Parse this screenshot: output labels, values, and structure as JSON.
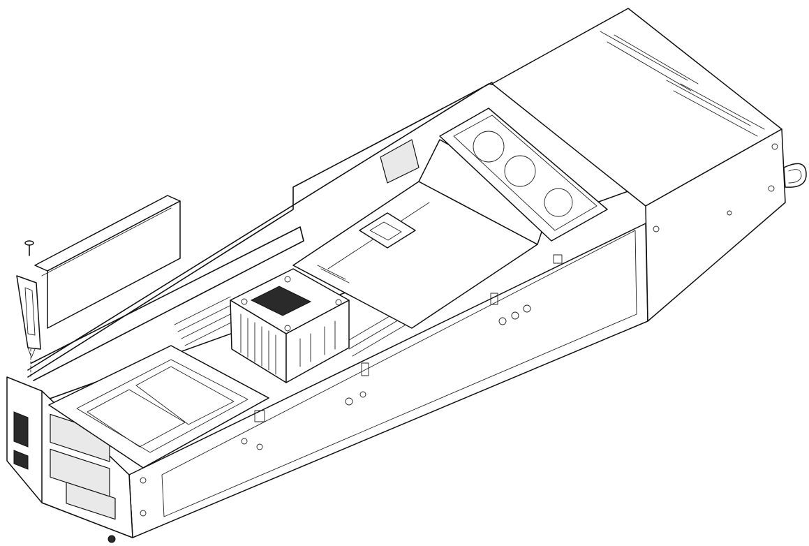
{
  "diagram": {
    "colors": {
      "line": "#111111",
      "background": "#ffffff",
      "shade": "#e9e9e9",
      "dark": "#2a2a2a"
    },
    "components": [
      "chassis-tray",
      "pcie-expansion-card",
      "card-retaining-screw",
      "cpu-heatsink",
      "air-shroud",
      "cooling-fans",
      "dimm-slots",
      "rear-io-panel",
      "power-supply-bay",
      "pull-handle"
    ]
  }
}
